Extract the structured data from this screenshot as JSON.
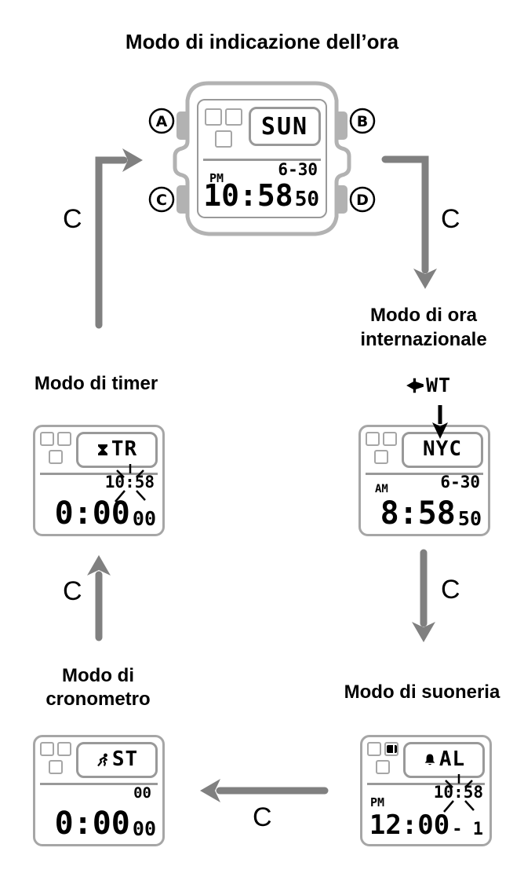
{
  "title": "Modo di indicazione dell’ora",
  "colors": {
    "arrow_gray": "#808080",
    "watch_case_gray": "#b2b2b2",
    "lcd_outline_gray": "#999999",
    "text_black": "#000000"
  },
  "watch": {
    "button_a": "A",
    "button_b": "B",
    "button_c": "C",
    "button_d": "D"
  },
  "time_mode": {
    "display": {
      "day": "SUN",
      "ampm": "PM",
      "date": "6-30",
      "time": "10:58",
      "seconds": "50"
    }
  },
  "world_time_mode": {
    "label_line1": "Modo di ora",
    "label_line2": "internazionale",
    "indicator_icon": "airplane-icon",
    "indicator_text": "WT",
    "display": {
      "city": "NYC",
      "ampm": "AM",
      "date": "6-30",
      "time": "8:58",
      "seconds": "50"
    }
  },
  "alarm_mode": {
    "label": "Modo di suoneria",
    "display": {
      "mode_icon": "bell-icon",
      "mode": "AL",
      "ampm": "PM",
      "current_time": "10:58",
      "time": "12:00",
      "alarm_number": "- 1",
      "alarm_on_indicator": "alarm-on-icon"
    }
  },
  "stopwatch_mode": {
    "label_line1": "Modo di",
    "label_line2": "cronometro",
    "display": {
      "mode_icon": "runner-icon",
      "mode": "ST",
      "upper_digits": "00",
      "time": "0:00",
      "seconds": "00"
    }
  },
  "timer_mode": {
    "label": "Modo di timer",
    "display": {
      "mode_icon": "hourglass-icon",
      "mode": "TR",
      "current_time": "10:58",
      "time": "0:00",
      "seconds": "00"
    }
  },
  "transitions": {
    "timer_to_time": "C",
    "time_to_world": "C",
    "world_to_alarm": "C",
    "alarm_to_stopwatch": "C",
    "stopwatch_to_timer": "C"
  }
}
